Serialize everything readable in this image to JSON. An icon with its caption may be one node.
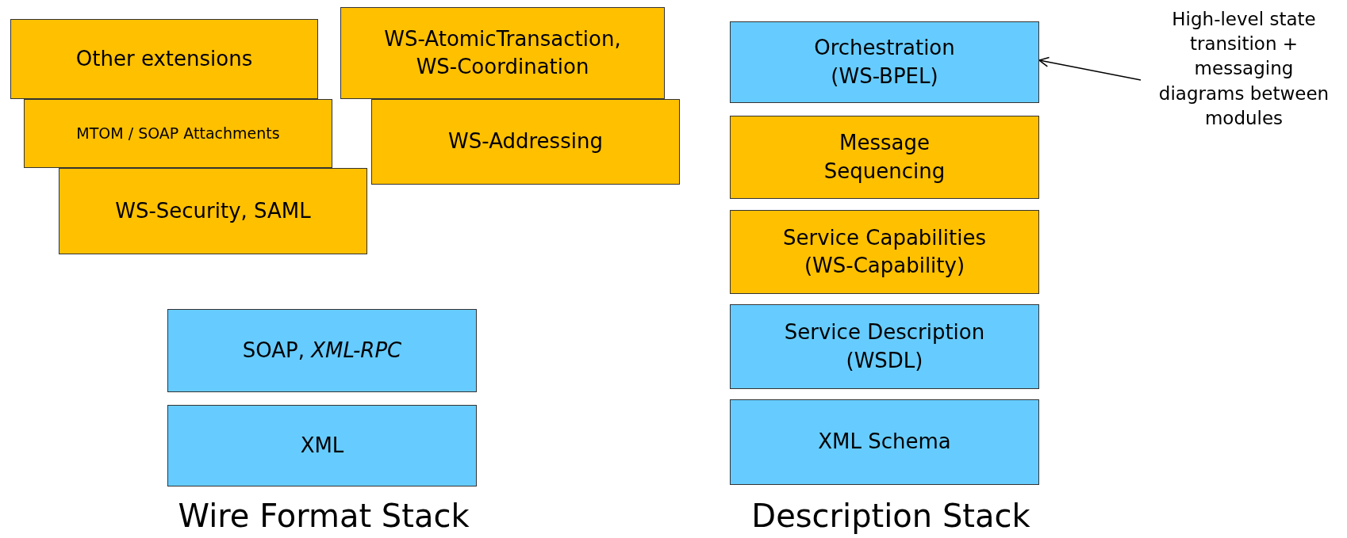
{
  "diagram": {
    "nodes": [
      {
        "text": [
          "Other extensions"
        ]
      },
      {
        "text": [
          "WS-AtomicTransaction, WS-Coordination"
        ]
      },
      {
        "text": [
          "MTOM / SOAP Attachments"
        ]
      },
      {
        "text": [
          "WS-Addressing"
        ]
      },
      {
        "text": [
          "WS-Security, SAML"
        ]
      },
      {
        "text": [
          "SOAP, *XML-RPC*"
        ]
      },
      {
        "text": [
          "XML"
        ]
      },
      {
        "text": [
          "Orchestration (WS-BPEL)"
        ]
      },
      {
        "text": [
          "Message Sequencing"
        ]
      },
      {
        "text": [
          "Service Capabilities (WS-Capability)"
        ]
      },
      {
        "text": [
          "Service Description (WSDL)"
        ]
      },
      {
        "text": [
          "XML Schema"
        ]
      },
      {
        "text": [
          "High-level state transition + messaging diagrams between modules"
        ]
      }
    ],
    "edges": [
      {
        "from": 12,
        "to": 7,
        "arrow": "to"
      }
    ],
    "labels": [
      "Wire Format Stack",
      "Description Stack"
    ]
  }
}
